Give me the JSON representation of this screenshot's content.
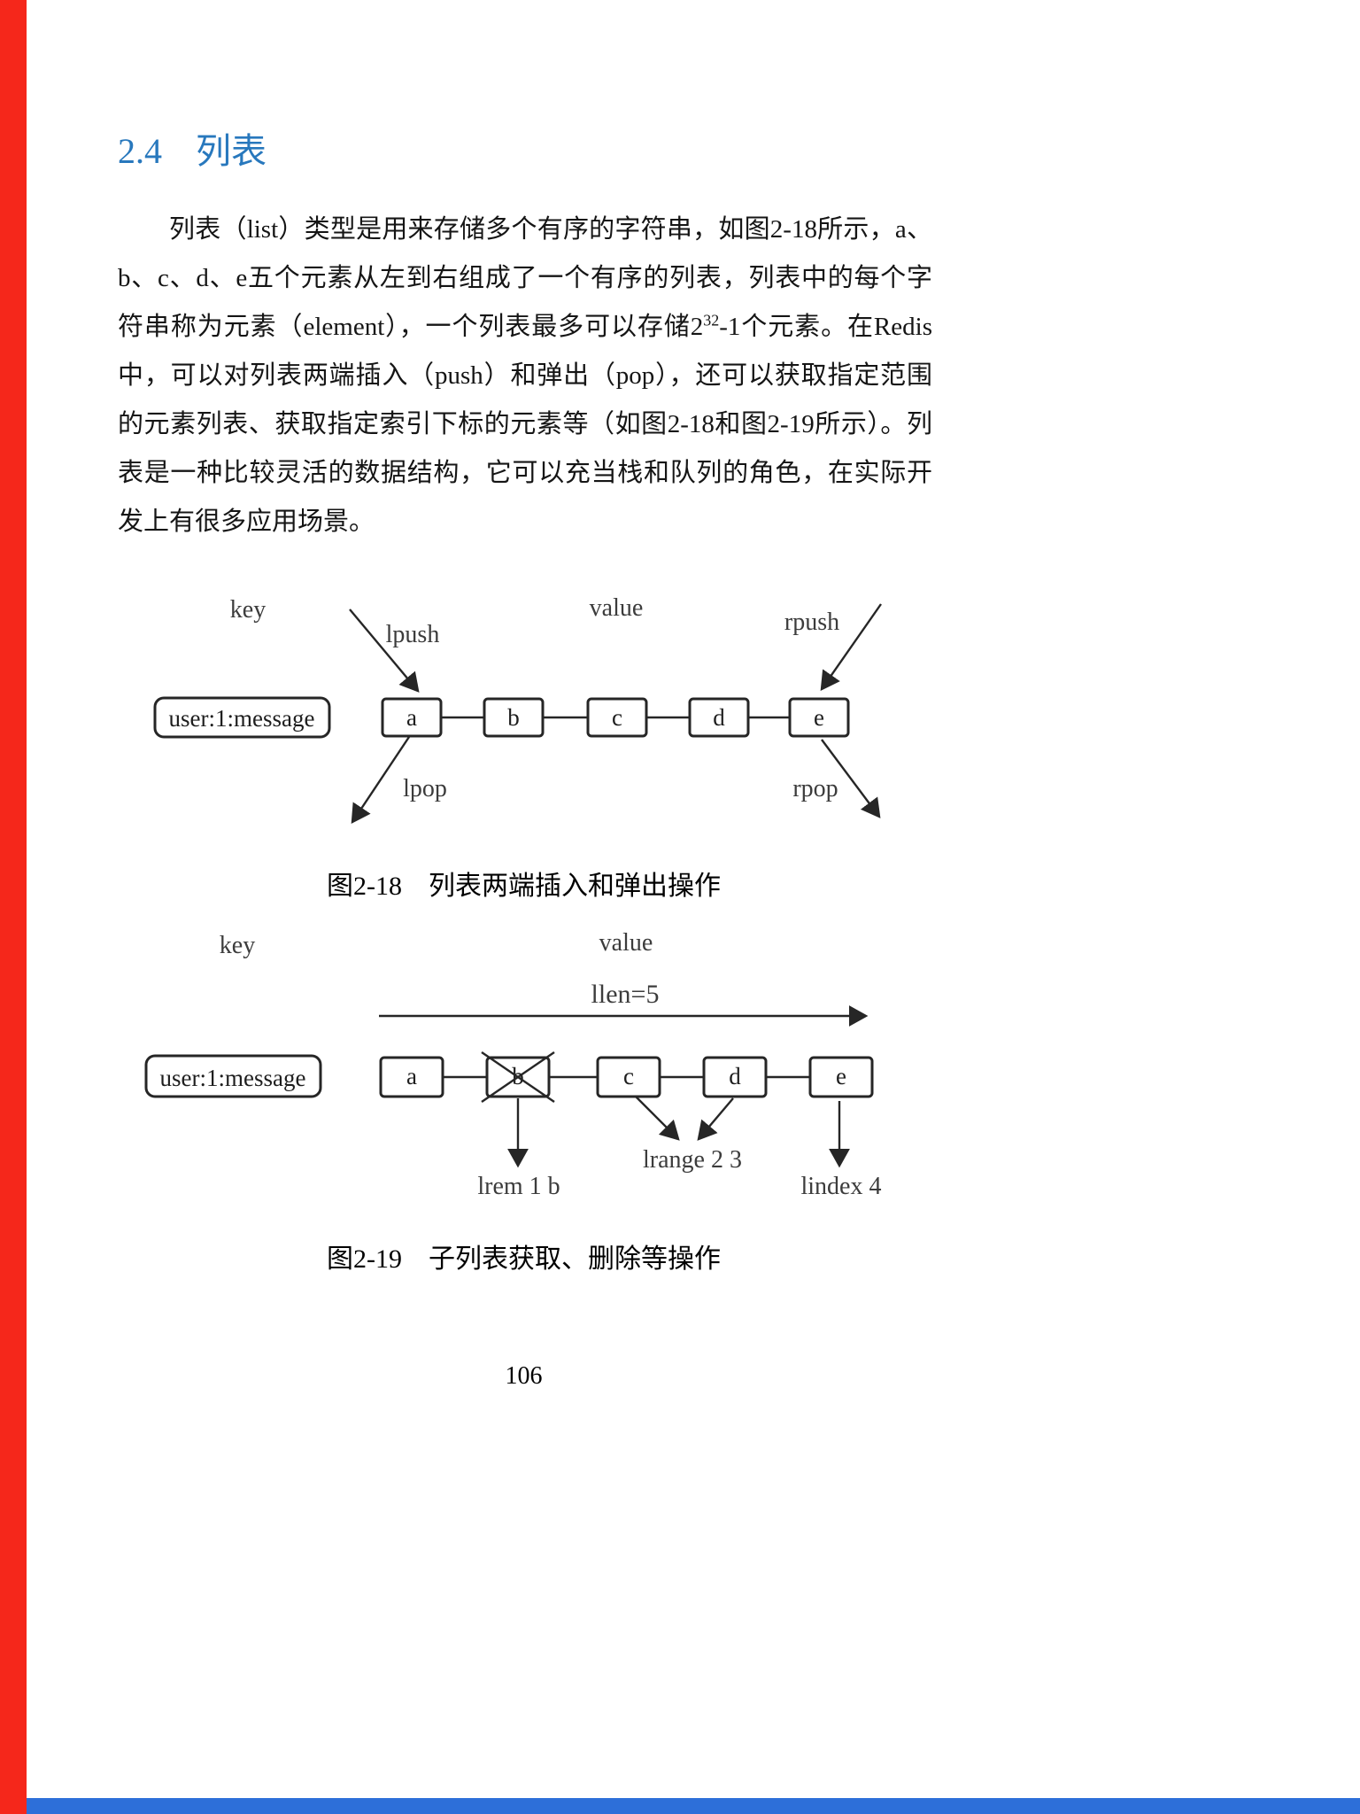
{
  "page": {
    "number": "106",
    "accent_red": "#f5271b",
    "accent_blue": "#2d6fd9",
    "heading_blue": "#2878bd"
  },
  "heading": {
    "number": "2.4",
    "title": "列表"
  },
  "paragraph": {
    "part1": "列表（list）类型是用来存储多个有序的字符串，如图2-18所示，a、b、c、d、e五个元素从左到右组成了一个有序的列表，列表中的每个字符串称为元素（element），一个列表最多可以存储2",
    "sup": "32",
    "part2": "-1个元素。在Redis中，可以对列表两端插入（push）和弹出（pop），还可以获取指定范围的元素列表、获取指定索引下标的元素等（如图2-18和图2-19所示）。列表是一种比较灵活的数据结构，它可以充当栈和队列的角色，在实际开发上有很多应用场景。"
  },
  "figure1": {
    "labels": {
      "key": "key",
      "value": "value",
      "lpush": "lpush",
      "rpush": "rpush",
      "lpop": "lpop",
      "rpop": "rpop"
    },
    "key_box": "user:1:message",
    "elements": [
      "a",
      "b",
      "c",
      "d",
      "e"
    ],
    "caption": "图2-18　列表两端插入和弹出操作"
  },
  "figure2": {
    "labels": {
      "key": "key",
      "value": "value",
      "llen": "llen=5",
      "lrem": "lrem 1 b",
      "lrange": "lrange 2 3",
      "lindex": "lindex 4"
    },
    "key_box": "user:1:message",
    "elements": [
      "a",
      "b",
      "c",
      "d",
      "e"
    ],
    "removed_element": "b",
    "caption": "图2-19　子列表获取、删除等操作"
  }
}
